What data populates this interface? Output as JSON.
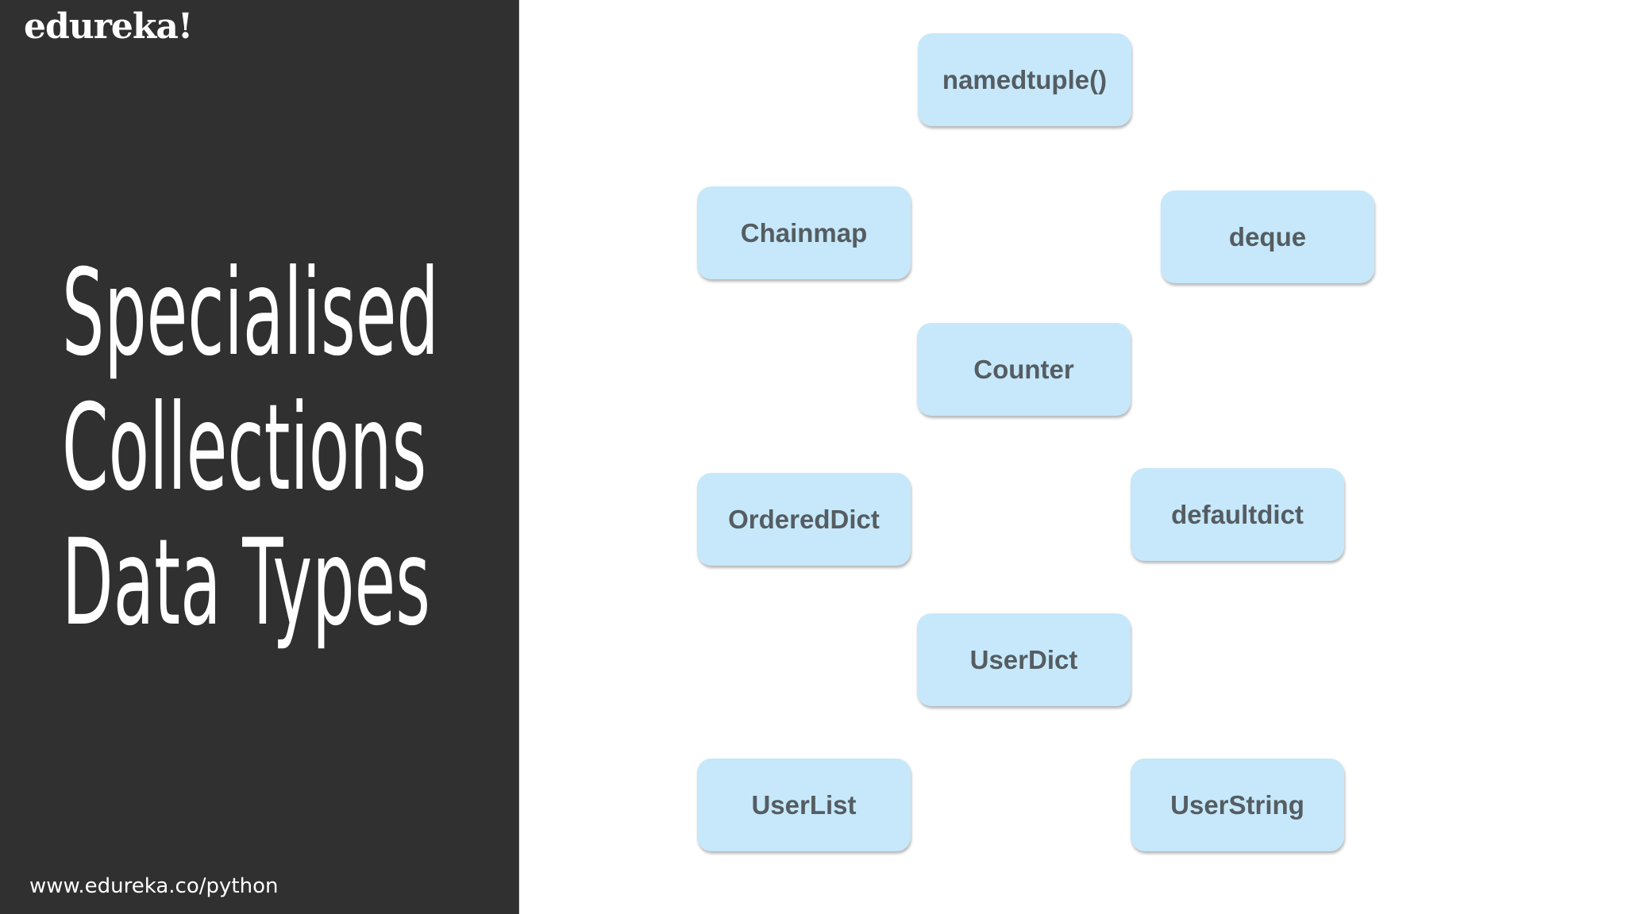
{
  "sidebar": {
    "logo": "edureka!",
    "title_lines": [
      "Specialised",
      "Collections",
      "Data Types"
    ],
    "url": "www.edureka.co/python",
    "background_color": "#303030"
  },
  "diagram": {
    "box_color": "#c6e8fa",
    "text_color": "#555d62",
    "items": [
      "namedtuple()",
      "Chainmap",
      "deque",
      "Counter",
      "OrderedDict",
      "defaultdict",
      "UserDict",
      "UserList",
      "UserString"
    ]
  }
}
